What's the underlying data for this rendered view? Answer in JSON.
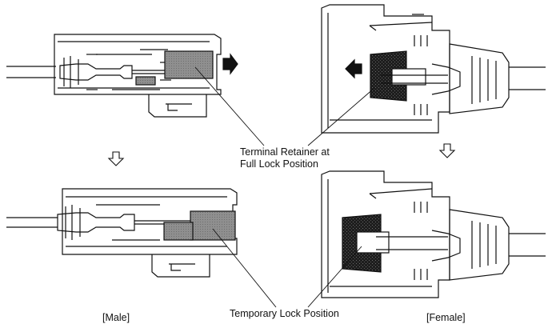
{
  "labels": {
    "terminal_retainer_line1": "Terminal Retainer at",
    "terminal_retainer_line2": "Full Lock Position",
    "temporary_lock": "Temporary Lock Position",
    "male": "[Male]",
    "female": "[Female]"
  },
  "colors": {
    "ink": "#111111",
    "retainer_gray": "#8f8f8f",
    "retainer_dark": "#1e1e1e",
    "background": "#ffffff"
  },
  "icons": {
    "transition_arrow": "down-hollow-arrow-icon",
    "push_arrow": "solid-arrow-icon"
  }
}
